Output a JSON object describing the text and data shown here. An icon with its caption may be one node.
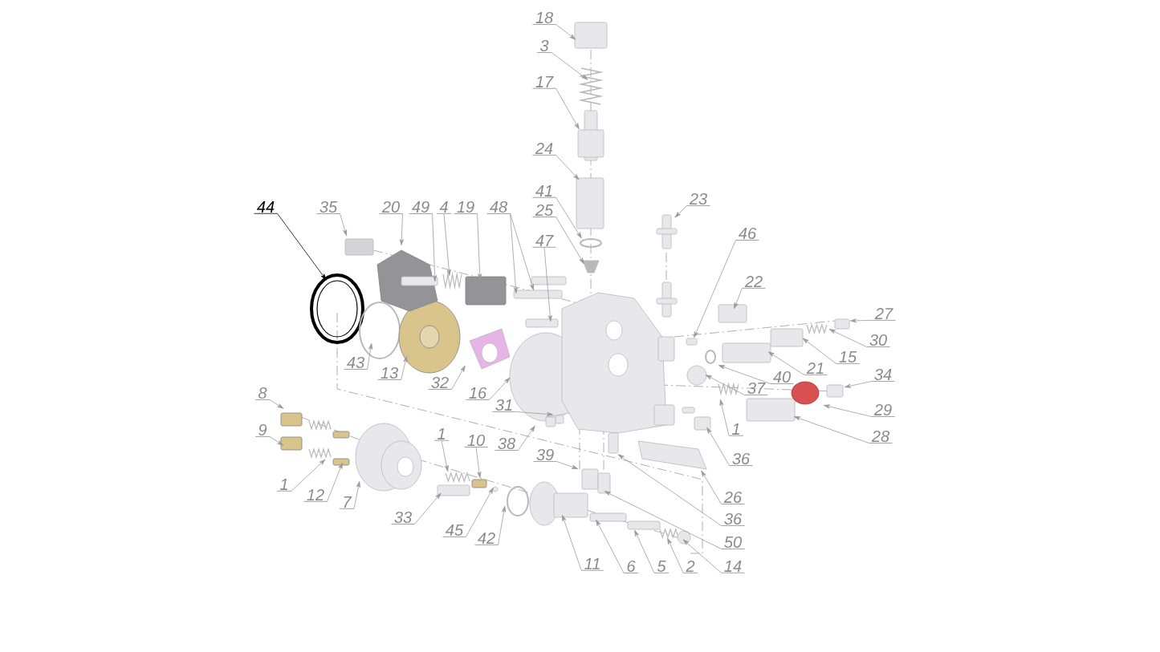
{
  "diagram": {
    "nodes": [
      {
        "text": [
          "18"
        ]
      },
      {
        "text": [
          "3"
        ]
      },
      {
        "text": [
          "17"
        ]
      },
      {
        "text": [
          "24"
        ]
      },
      {
        "text": [
          "41"
        ]
      },
      {
        "text": [
          "23"
        ]
      },
      {
        "text": [
          "44"
        ]
      },
      {
        "text": [
          "35"
        ]
      },
      {
        "text": [
          "20"
        ]
      },
      {
        "text": [
          "49"
        ]
      },
      {
        "text": [
          "4"
        ]
      },
      {
        "text": [
          "19"
        ]
      },
      {
        "text": [
          "48"
        ]
      },
      {
        "text": [
          "25"
        ]
      },
      {
        "text": [
          "46"
        ]
      },
      {
        "text": [
          "47"
        ]
      },
      {
        "text": [
          "22"
        ]
      },
      {
        "text": [
          "27"
        ]
      },
      {
        "text": [
          "30"
        ]
      },
      {
        "text": [
          "15"
        ]
      },
      {
        "text": [
          "21"
        ]
      },
      {
        "text": [
          "43"
        ]
      },
      {
        "text": [
          "40"
        ]
      },
      {
        "text": [
          "13"
        ]
      },
      {
        "text": [
          "34"
        ]
      },
      {
        "text": [
          "37"
        ]
      },
      {
        "text": [
          "32"
        ]
      },
      {
        "text": [
          "8"
        ]
      },
      {
        "text": [
          "16"
        ]
      },
      {
        "text": [
          "31"
        ]
      },
      {
        "text": [
          "29"
        ]
      },
      {
        "text": [
          "28"
        ]
      },
      {
        "text": [
          "9"
        ]
      },
      {
        "text": [
          "1"
        ]
      },
      {
        "text": [
          "1"
        ]
      },
      {
        "text": [
          "10"
        ]
      },
      {
        "text": [
          "38"
        ]
      },
      {
        "text": [
          "39"
        ]
      },
      {
        "text": [
          "36"
        ]
      },
      {
        "text": [
          "1"
        ]
      },
      {
        "text": [
          "12"
        ]
      },
      {
        "text": [
          "26"
        ]
      },
      {
        "text": [
          "7"
        ]
      },
      {
        "text": [
          "33"
        ]
      },
      {
        "text": [
          "36"
        ]
      },
      {
        "text": [
          "45"
        ]
      },
      {
        "text": [
          "42"
        ]
      },
      {
        "text": [
          "50"
        ]
      },
      {
        "text": [
          "11"
        ]
      },
      {
        "text": [
          "6"
        ]
      },
      {
        "text": [
          "5"
        ]
      },
      {
        "text": [
          "2"
        ]
      },
      {
        "text": [
          "14"
        ]
      }
    ],
    "edges": [
      {
        "from": 0,
        "to": null,
        "arrow": "to"
      },
      {
        "from": 1,
        "to": null,
        "arrow": "to"
      },
      {
        "from": 2,
        "to": null,
        "arrow": "to"
      },
      {
        "from": 3,
        "to": null,
        "arrow": "to"
      },
      {
        "from": 4,
        "to": null,
        "arrow": "to"
      },
      {
        "from": 5,
        "to": null,
        "arrow": "to"
      },
      {
        "from": 6,
        "to": null,
        "arrow": "to",
        "color": "#000000"
      },
      {
        "from": 7,
        "to": null,
        "arrow": "to"
      },
      {
        "from": 8,
        "to": null,
        "arrow": "to"
      },
      {
        "from": 9,
        "to": null,
        "arrow": "to"
      },
      {
        "from": 10,
        "to": null,
        "arrow": "to"
      },
      {
        "from": 11,
        "to": null,
        "arrow": "to"
      },
      {
        "from": 12,
        "to": null,
        "arrow": "to"
      },
      {
        "from": 12,
        "to": null,
        "arrow": "to"
      },
      {
        "from": 13,
        "to": null,
        "arrow": "to"
      },
      {
        "from": 14,
        "to": null,
        "arrow": "to"
      },
      {
        "from": 15,
        "to": null,
        "arrow": "to"
      },
      {
        "from": 16,
        "to": null,
        "arrow": "to"
      },
      {
        "from": 17,
        "to": null,
        "arrow": "to"
      },
      {
        "from": 18,
        "to": null,
        "arrow": "to"
      },
      {
        "from": 19,
        "to": null,
        "arrow": "to"
      },
      {
        "from": 20,
        "to": null,
        "arrow": "to"
      },
      {
        "from": 21,
        "to": null,
        "arrow": "to"
      },
      {
        "from": 22,
        "to": null,
        "arrow": "to"
      },
      {
        "from": 23,
        "to": null,
        "arrow": "to"
      },
      {
        "from": 24,
        "to": null,
        "arrow": "to"
      },
      {
        "from": 25,
        "to": null,
        "arrow": "to"
      },
      {
        "from": 26,
        "to": null,
        "arrow": "to"
      },
      {
        "from": 27,
        "to": null,
        "arrow": "to"
      },
      {
        "from": 28,
        "to": null,
        "arrow": "to"
      },
      {
        "from": 29,
        "to": null,
        "arrow": "to"
      },
      {
        "from": 30,
        "to": null,
        "arrow": "to"
      },
      {
        "from": 31,
        "to": null,
        "arrow": "to"
      },
      {
        "from": 32,
        "to": null,
        "arrow": "to"
      },
      {
        "from": 33,
        "to": null,
        "arrow": "to"
      },
      {
        "from": 34,
        "to": null,
        "arrow": "to"
      },
      {
        "from": 35,
        "to": null,
        "arrow": "to"
      },
      {
        "from": 36,
        "to": null,
        "arrow": "to"
      },
      {
        "from": 37,
        "to": null,
        "arrow": "to"
      },
      {
        "from": 38,
        "to": null,
        "arrow": "to"
      },
      {
        "from": 39,
        "to": null,
        "arrow": "to"
      },
      {
        "from": 40,
        "to": null,
        "arrow": "to"
      },
      {
        "from": 41,
        "to": null,
        "arrow": "to"
      },
      {
        "from": 42,
        "to": null,
        "arrow": "to"
      },
      {
        "from": 43,
        "to": null,
        "arrow": "to"
      },
      {
        "from": 44,
        "to": null,
        "arrow": "to"
      },
      {
        "from": 45,
        "to": null,
        "arrow": "to"
      },
      {
        "from": 46,
        "to": null,
        "arrow": "to"
      },
      {
        "from": 47,
        "to": null,
        "arrow": "to"
      },
      {
        "from": 48,
        "to": null,
        "arrow": "to"
      },
      {
        "from": 49,
        "to": null,
        "arrow": "to"
      },
      {
        "from": 50,
        "to": null,
        "arrow": "to"
      },
      {
        "from": 51,
        "to": null,
        "arrow": "to"
      },
      {
        "from": 52,
        "to": null,
        "arrow": "to"
      }
    ]
  }
}
